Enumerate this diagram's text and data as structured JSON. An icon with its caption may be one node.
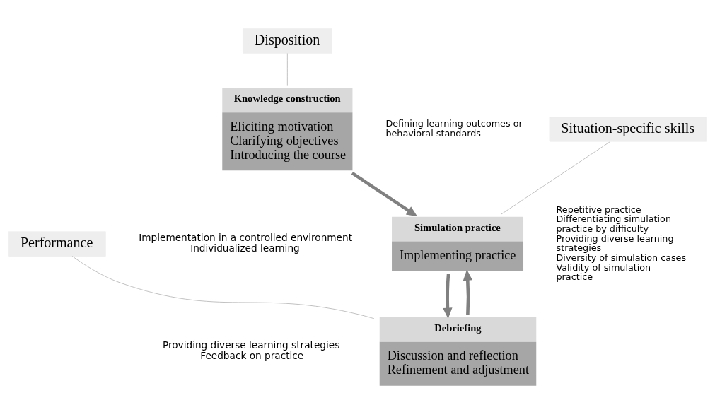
{
  "diagram": {
    "nodes": [
      {
        "text": [
          "Disposition"
        ]
      },
      {
        "text": [
          "Knowledge construction",
          "Eliciting motivation",
          "Clarifying objectives",
          "Introducing the course"
        ],
        "beside": [
          "Defining learning outcomes or behavioral standards"
        ]
      },
      {
        "text": [
          "Situation-specific skills"
        ]
      },
      {
        "text": [
          "Simulation practice",
          "Implementing practice"
        ],
        "beside": [
          "Repetitive practice",
          "Differentiating simulation practice by difficulty",
          "Providing diverse learning strategies",
          "Diversity of simulation cases",
          "Validity of simulation practice"
        ]
      },
      {
        "text": [
          "Debriefing",
          "Discussion and reflection",
          "Refinement and adjustment"
        ]
      },
      {
        "text": [
          "Performance"
        ]
      }
    ],
    "edges": [
      {
        "from": 0,
        "to": 1,
        "arrow": "none"
      },
      {
        "from": 2,
        "to": 3,
        "arrow": "none"
      },
      {
        "from": 5,
        "to": 4,
        "arrow": "none"
      },
      {
        "from": 1,
        "to": 3,
        "arrow": "to",
        "style": "thick"
      },
      {
        "from": 4,
        "to": 3,
        "arrow": "to",
        "style": "thick"
      },
      {
        "from": 3,
        "to": 4,
        "arrow": "to",
        "style": "thick"
      }
    ],
    "labels": [
      "Implementation in a controlled environment",
      "Individualized learning",
      "Providing diverse learning strategies",
      "Feedback on practice"
    ]
  }
}
